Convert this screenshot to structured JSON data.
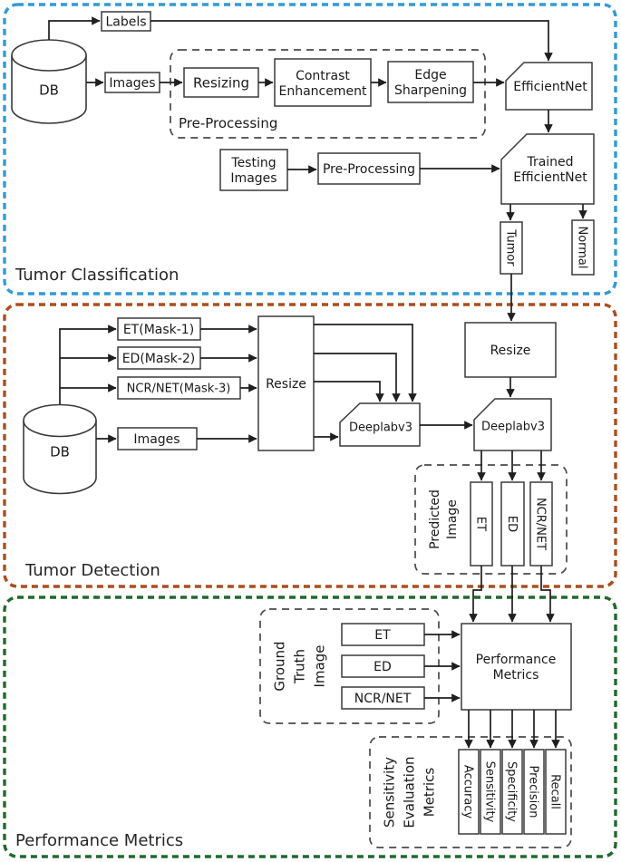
{
  "sections": {
    "classification": {
      "title": "Tumor Classification",
      "border_color": "#2E9BDC",
      "bg_start": "#F5F9FD",
      "bg_end": "#C6DAF4",
      "db": "DB",
      "labels": "Labels",
      "images": "Images",
      "preprocessing_group": "Pre-Processing",
      "resizing": "Resizing",
      "contrast": [
        "Contrast",
        "Enhancement"
      ],
      "edge": [
        "Edge",
        "Sharpening"
      ],
      "efficientnet": "EfficientNet",
      "testing": [
        "Testing",
        "Images"
      ],
      "preprocessing": "Pre-Processing",
      "trained": [
        "Trained",
        "EfficientNet"
      ],
      "tumor": "Tumor",
      "normal": "Normal"
    },
    "detection": {
      "title": "Tumor Detection",
      "border_color": "#AC4E1C",
      "bg_start": "#F8F8F8",
      "bg_end": "#DBDBDB",
      "db": "DB",
      "mask1": "ET(Mask-1)",
      "mask2": "ED(Mask-2)",
      "mask3": "NCR/NET(Mask-3)",
      "images": "Images",
      "resize_main": "Resize",
      "deeplab1": "Deeplabv3",
      "resize_tumor": "Resize",
      "deeplab2": "Deeplabv3",
      "predicted_label": [
        "Predicted",
        "Image"
      ],
      "et": "ET",
      "ed": "ED",
      "ncr": "NCR/NET"
    },
    "performance": {
      "title": "Performance Metrics",
      "border_color": "#1F6A2D",
      "bg": "#FAFAE3",
      "gt_label": [
        "Ground",
        "Truth",
        "Image"
      ],
      "et": "ET",
      "ed": "ED",
      "ncr": "NCR/NET",
      "perf_box": [
        "Performance",
        "Metrics"
      ],
      "sens_label": [
        "Sensitivity",
        "Evaluation",
        "Metrics"
      ],
      "metrics": [
        "Accuracy",
        "Sensitivity",
        "Specificity",
        "Precision",
        "Recall"
      ]
    }
  }
}
